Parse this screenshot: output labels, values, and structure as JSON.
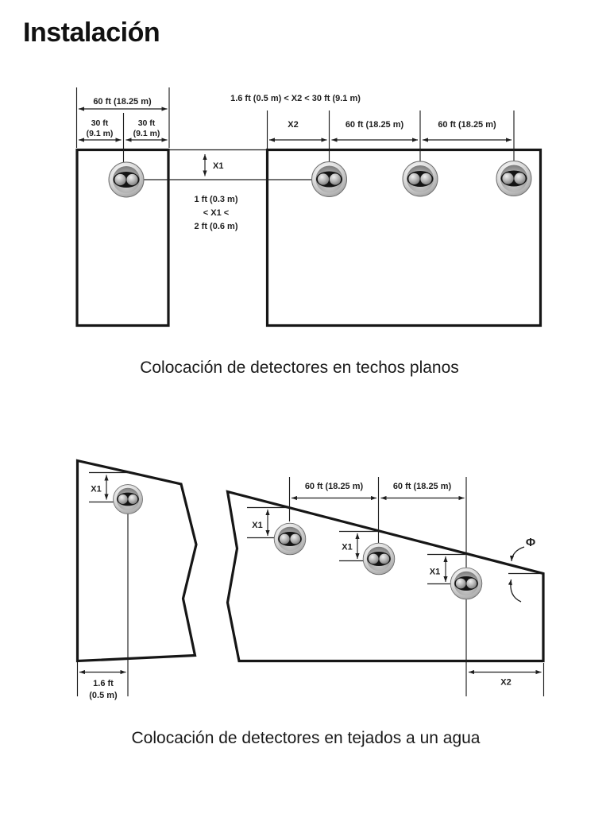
{
  "page": {
    "title": "Instalación"
  },
  "figure1": {
    "caption": "Colocación de detectores en techos planos",
    "labels": {
      "width_total": "60 ft (18.25 m)",
      "half_left_ft": "30 ft",
      "half_left_m": "(9.1 m)",
      "half_right_ft": "30 ft",
      "half_right_m": "(9.1 m)",
      "x2_range": "1.6 ft (0.5 m) < X2 < 30 ft (9.1 m)",
      "x2": "X2",
      "spacing_a": "60 ft (18.25 m)",
      "spacing_b": "60 ft (18.25 m)",
      "x1": "X1",
      "x1_range_line1": "1 ft (0.3 m)",
      "x1_range_line2": "< X1 <",
      "x1_range_line3": "2 ft (0.6 m)"
    }
  },
  "figure2": {
    "caption": "Colocación de detectores en tejados a un agua",
    "labels": {
      "x1_left": "X1",
      "eave_offset_ft": "1.6 ft",
      "eave_offset_m": "(0.5 m)",
      "spacing_a": "60 ft (18.25 m)",
      "spacing_b": "60 ft (18.25 m)",
      "x1_a": "X1",
      "x1_b": "X1",
      "x1_c": "X1",
      "slope_angle": "Φ",
      "x2": "X2"
    }
  },
  "icons": {
    "detector": "flame-detector-icon"
  },
  "colors": {
    "line": "#1f1f1f",
    "background": "#ffffff"
  }
}
